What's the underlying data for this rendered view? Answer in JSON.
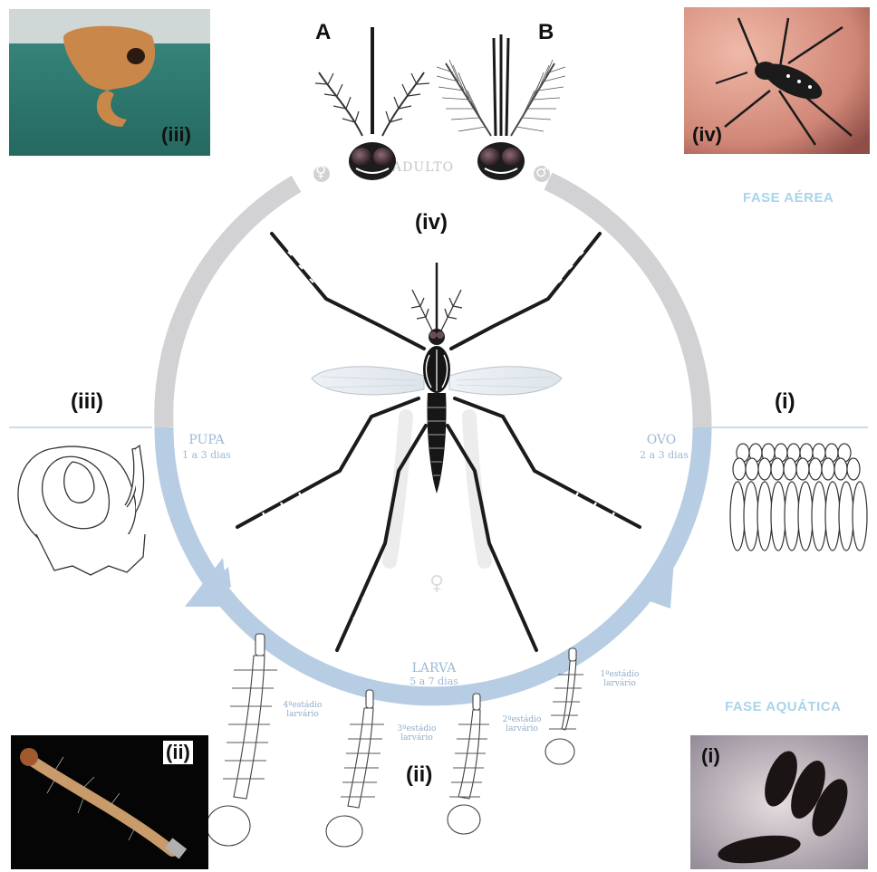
{
  "labels": {
    "head_A": "A",
    "head_B": "B",
    "adulto": "ADULTO",
    "fase_aerea": "FASE AÉREA",
    "fase_aquatica": "FASE AQUÁTICA",
    "center_iv": "(iv)",
    "left_iii": "(iii)",
    "right_i": "(i)",
    "bottom_ii": "(ii)",
    "photo_iii": "(iii)",
    "photo_iv": "(iv)",
    "photo_ii": "(ii)",
    "photo_i": "(i)",
    "female_symbol": "♀",
    "male_symbol": "♂",
    "center_female_symbol": "♀"
  },
  "stages": {
    "pupa": {
      "name": "PUPA",
      "duration": "1 a 3 dias"
    },
    "ovo": {
      "name": "OVO",
      "duration": "2 a 3 dias"
    },
    "larva": {
      "name": "LARVA",
      "duration": "5 a 7 dias"
    }
  },
  "instars": [
    {
      "line1": "1ºestádio",
      "line2": "larvário"
    },
    {
      "line1": "2ºestádio",
      "line2": "larvário"
    },
    {
      "line1": "3ºestádio",
      "line2": "larvário"
    },
    {
      "line1": "4ºestádio",
      "line2": "larvário"
    }
  ],
  "colors": {
    "aerial_ring": "#d2d2d4",
    "aquatic_ring": "#b7cde3",
    "divider": "#b9d1e6",
    "aquatic_text": "#9db9d6",
    "photo_water": "#2f7f76",
    "skin": "#d9988c"
  },
  "icons": [
    "mosquito-female-head-icon",
    "mosquito-male-head-icon",
    "adult-mosquito-illustration",
    "egg-cluster-icon",
    "pupa-drawing-icon",
    "larva-drawing-icon"
  ]
}
